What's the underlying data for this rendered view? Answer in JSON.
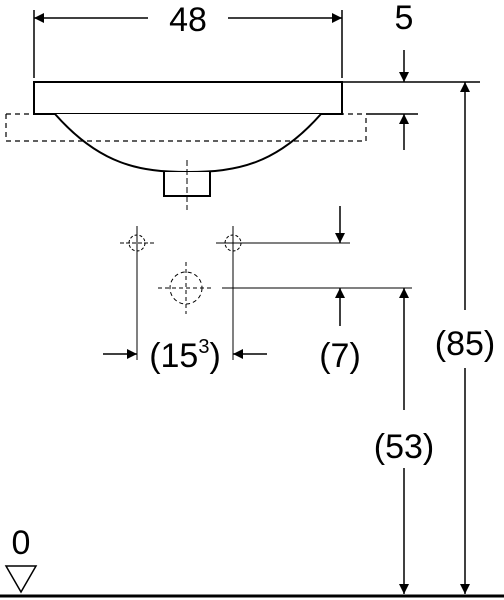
{
  "dimensions": {
    "basin_width": "48",
    "rim_thickness": "5",
    "tap_hole_spacing": "(15",
    "tap_hole_spacing_sup": "3",
    "tap_hole_spacing_close": ")",
    "tap_hole_offset": "(7)",
    "tap_height": "(53)",
    "rim_height": "(85)",
    "floor_level": "0"
  }
}
